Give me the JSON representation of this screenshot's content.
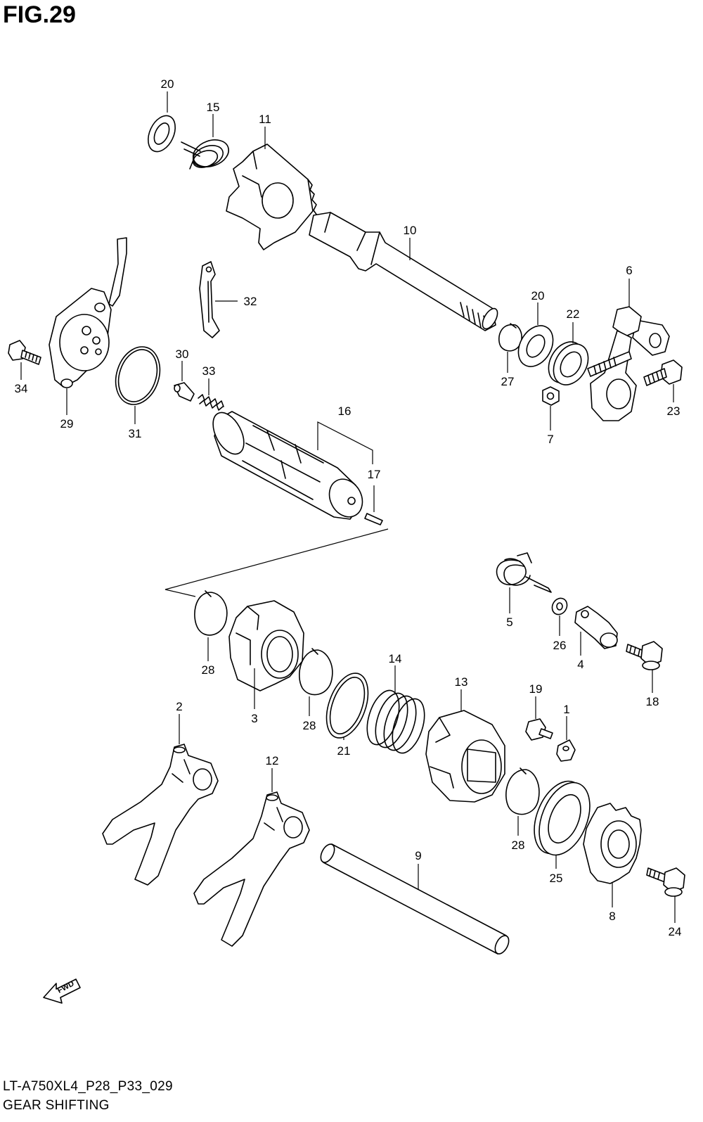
{
  "figure": {
    "title": "FIG.29",
    "code": "LT-A750XL4_P28_P33_029",
    "caption": "GEAR SHIFTING",
    "fwd": "FWD"
  },
  "callouts": {
    "n1": "1",
    "n2": "2",
    "n3": "3",
    "n4": "4",
    "n5": "5",
    "n6": "6",
    "n7": "7",
    "n8": "8",
    "n9": "9",
    "n10": "10",
    "n11": "11",
    "n12": "12",
    "n13": "13",
    "n14": "14",
    "n15": "15",
    "n16": "16",
    "n17": "17",
    "n18": "18",
    "n19": "19",
    "n20a": "20",
    "n20b": "20",
    "n21": "21",
    "n22": "22",
    "n23": "23",
    "n24": "24",
    "n25": "25",
    "n26": "26",
    "n27": "27",
    "n28a": "28",
    "n28b": "28",
    "n28c": "28",
    "n29": "29",
    "n30": "30",
    "n31": "31",
    "n32": "32",
    "n33": "33",
    "n34": "34"
  }
}
